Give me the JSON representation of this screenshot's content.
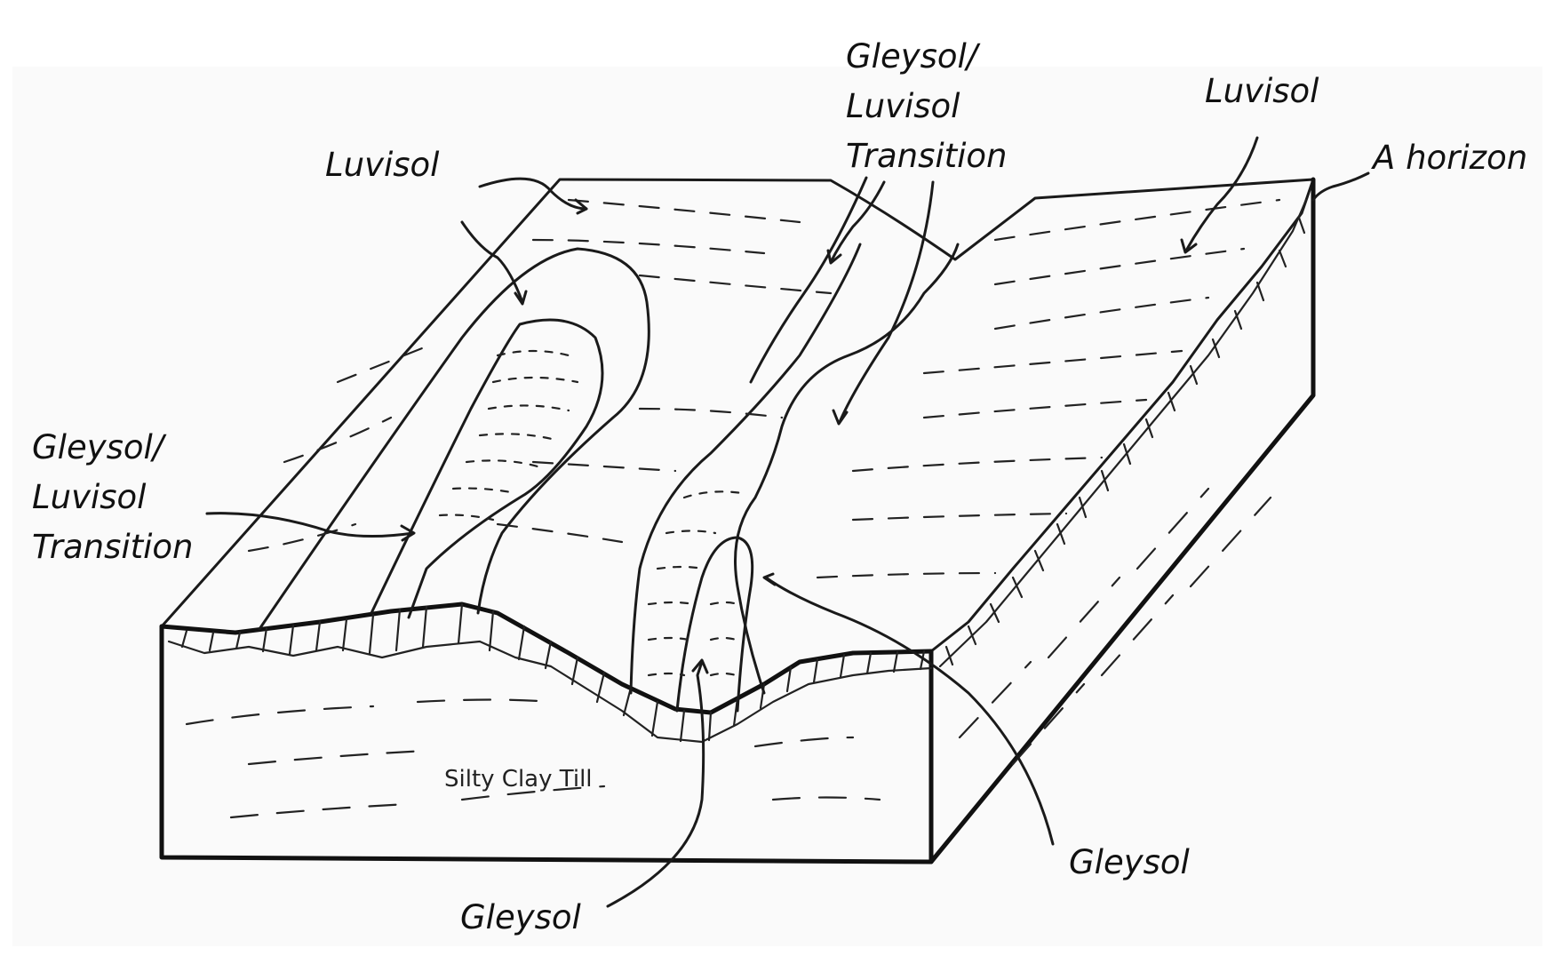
{
  "labels": {
    "luvisol_left": "Luvisol",
    "transition_top_1": "Gleysol/",
    "transition_top_2": "Luvisol",
    "transition_top_3": "Transition",
    "luvisol_right": "Luvisol",
    "a_horizon": "A horizon",
    "transition_left_1": "Gleysol/",
    "transition_left_2": "Luvisol",
    "transition_left_3": "Transition",
    "silty_clay_till": "Silty Clay Till",
    "gleysol_bottom": "Gleysol",
    "gleysol_right": "Gleysol"
  }
}
